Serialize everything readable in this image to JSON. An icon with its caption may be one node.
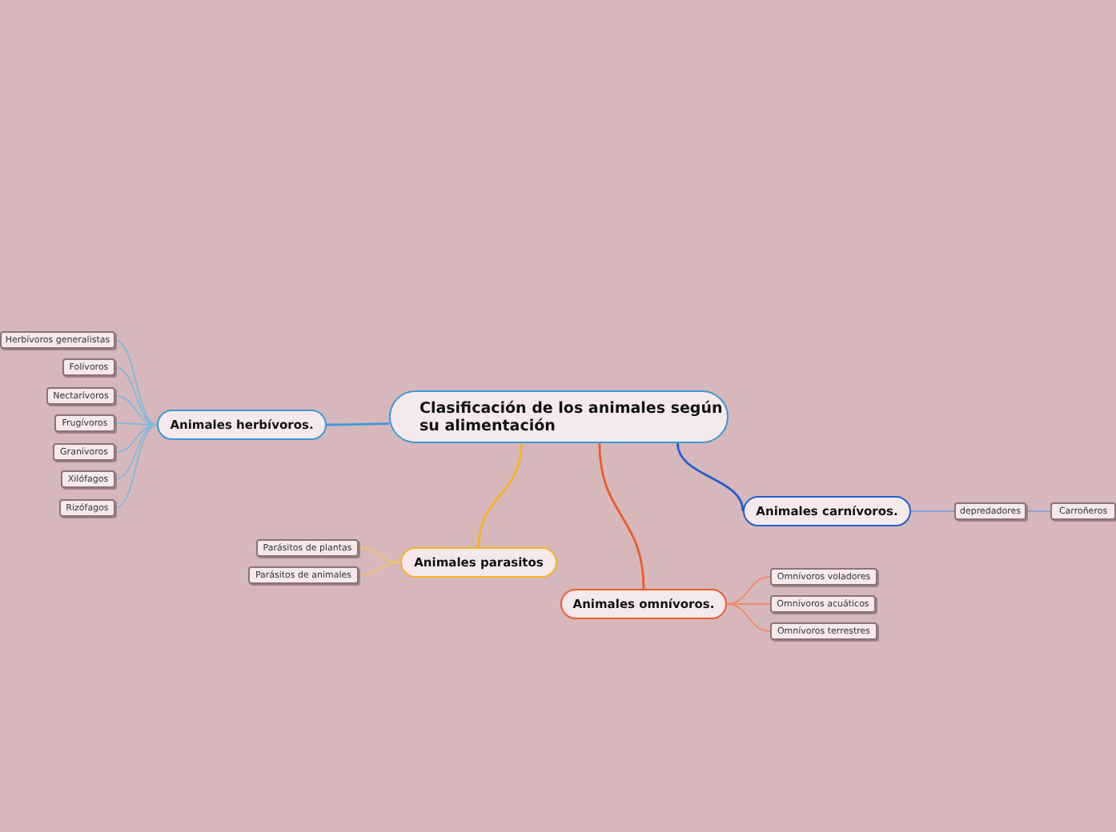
{
  "diagram": {
    "nodes": [
      {
        "text": [
          "Clasificación de los animales según su alimentación"
        ]
      },
      {
        "text": [
          "Animales herbívoros."
        ]
      },
      {
        "text": [
          "Herbívoros generalistas"
        ]
      },
      {
        "text": [
          "Folívoros"
        ]
      },
      {
        "text": [
          "Nectarívoros"
        ]
      },
      {
        "text": [
          "Frugívoros"
        ]
      },
      {
        "text": [
          "Granívoros"
        ]
      },
      {
        "text": [
          "Xilófagos"
        ]
      },
      {
        "text": [
          "Rizófagos"
        ]
      },
      {
        "text": [
          "Animales parasitos"
        ]
      },
      {
        "text": [
          "Parásitos de plantas"
        ]
      },
      {
        "text": [
          "Parásitos de animales"
        ]
      },
      {
        "text": [
          "Animales omnívoros."
        ]
      },
      {
        "text": [
          "Omnívoros voladores"
        ]
      },
      {
        "text": [
          "Omnívoros acuáticos"
        ]
      },
      {
        "text": [
          "Omnívoros terrestres"
        ]
      },
      {
        "text": [
          "Animales carnívoros."
        ]
      },
      {
        "text": [
          "depredadores"
        ]
      },
      {
        "text": [
          "Carroñeros"
        ]
      }
    ],
    "edges": [
      {
        "from": 0,
        "to": 1,
        "arrow": "none",
        "color": "#3a9ad9"
      },
      {
        "from": 1,
        "to": 2,
        "arrow": "none",
        "color": "#7fb8e0"
      },
      {
        "from": 1,
        "to": 3,
        "arrow": "none",
        "color": "#7fb8e0"
      },
      {
        "from": 1,
        "to": 4,
        "arrow": "none",
        "color": "#7fb8e0"
      },
      {
        "from": 1,
        "to": 5,
        "arrow": "none",
        "color": "#7fb8e0"
      },
      {
        "from": 1,
        "to": 6,
        "arrow": "none",
        "color": "#7fb8e0"
      },
      {
        "from": 1,
        "to": 7,
        "arrow": "none",
        "color": "#7fb8e0"
      },
      {
        "from": 1,
        "to": 8,
        "arrow": "none",
        "color": "#7fb8e0"
      },
      {
        "from": 0,
        "to": 9,
        "arrow": "none",
        "color": "#f5b324"
      },
      {
        "from": 9,
        "to": 10,
        "arrow": "none",
        "color": "#f2c46a"
      },
      {
        "from": 9,
        "to": 11,
        "arrow": "none",
        "color": "#f2c46a"
      },
      {
        "from": 0,
        "to": 12,
        "arrow": "none",
        "color": "#f05a28"
      },
      {
        "from": 12,
        "to": 13,
        "arrow": "none",
        "color": "#f08a6a"
      },
      {
        "from": 12,
        "to": 14,
        "arrow": "none",
        "color": "#f08a6a"
      },
      {
        "from": 12,
        "to": 15,
        "arrow": "none",
        "color": "#f08a6a"
      },
      {
        "from": 0,
        "to": 16,
        "arrow": "none",
        "color": "#1f5fd1"
      },
      {
        "from": 16,
        "to": 17,
        "arrow": "none",
        "color": "#8a9fd8"
      },
      {
        "from": 17,
        "to": 18,
        "arrow": "none",
        "color": "#8a9fd8"
      }
    ]
  }
}
